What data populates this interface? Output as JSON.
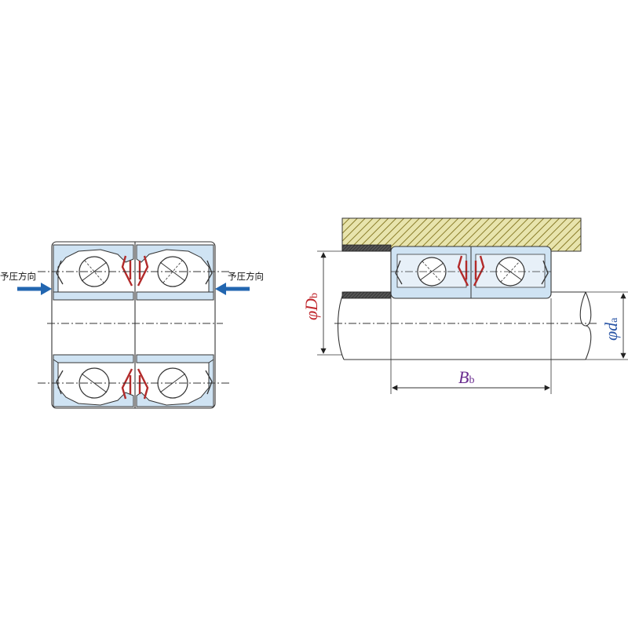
{
  "left_figure": {
    "preload_label_left": "予圧方向",
    "preload_label_right": "予圧方向"
  },
  "right_figure": {
    "dim_outer": {
      "symbol": "φD",
      "sub": "b"
    },
    "dim_shaft": {
      "symbol": "φd",
      "sub": "a"
    },
    "dim_width": {
      "symbol": "B",
      "sub": "b"
    }
  },
  "colors": {
    "ring_fill": "#cfe3f3",
    "seal_red": "#b22a2a",
    "arrow_blue": "#2266b0",
    "dim_red": "#c0272d",
    "dim_blue": "#2a56a6",
    "dim_purple": "#6a2d8f",
    "hatch_fill": "#e6e2a8",
    "hatch_line": "#8a7d2a"
  }
}
